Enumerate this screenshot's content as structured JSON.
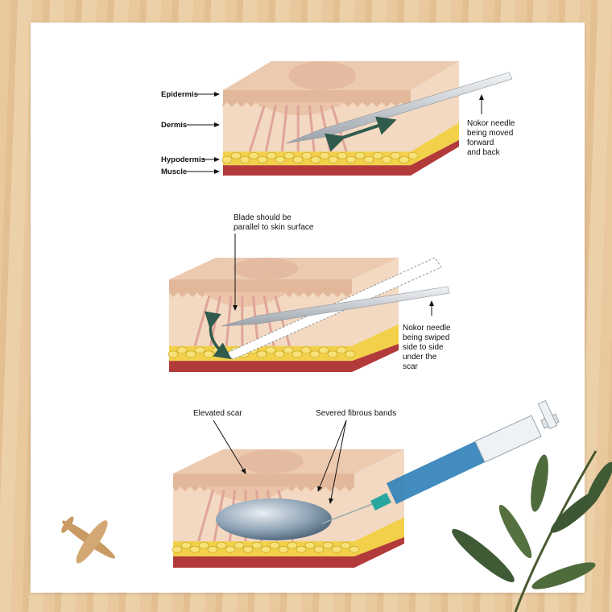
{
  "panel1": {
    "layers": [
      "Epidermis",
      "Dermis",
      "Hypodermis",
      "Muscle"
    ],
    "callout": [
      "Nokor needle",
      "being moved",
      "forward",
      "and back"
    ]
  },
  "panel2": {
    "top_callout": [
      "Blade should be",
      "parallel to skin surface"
    ],
    "callout": [
      "Nokor needle",
      "being swiped",
      "side to side",
      "under the",
      "scar"
    ]
  },
  "panel3": {
    "label_left": "Elevated scar",
    "label_right": "Severed fibrous bands"
  },
  "colors": {
    "skin": "#f3d9c1",
    "epidermis": "#e3b89a",
    "fat": "#f2d04a",
    "muscle": "#b23a3a",
    "needle": "#c9ced3",
    "arrow": "#2f5a4c",
    "syringe": "#2e7fb8"
  }
}
